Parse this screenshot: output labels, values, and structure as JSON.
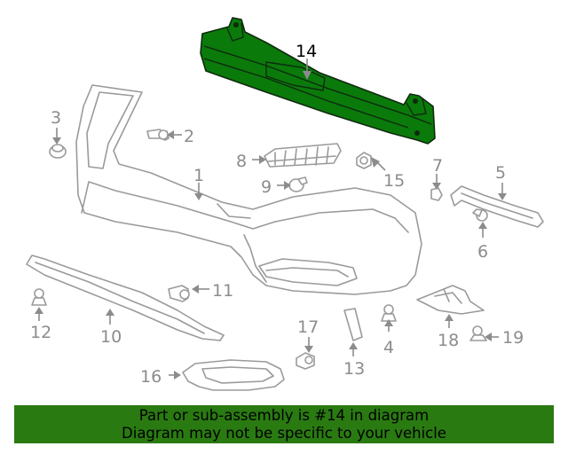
{
  "diagram": {
    "highlighted_part": "14",
    "labels": {
      "l1": "1",
      "l2": "2",
      "l3": "3",
      "l4": "4",
      "l5": "5",
      "l6": "6",
      "l7": "7",
      "l8": "8",
      "l9": "9",
      "l10": "10",
      "l11": "11",
      "l12": "12",
      "l13": "13",
      "l14": "14",
      "l15": "15",
      "l16": "16",
      "l17": "17",
      "l18": "18",
      "l19": "19"
    }
  },
  "banner": {
    "line1": "Part or sub-assembly is #14 in diagram",
    "line2": "Diagram may not be specific to your vehicle",
    "color": "#2a7a12"
  },
  "colors": {
    "highlight_fill": "#0a7a0a",
    "part_stroke": "#9a9a9a",
    "label_text": "#8c8c8c"
  }
}
